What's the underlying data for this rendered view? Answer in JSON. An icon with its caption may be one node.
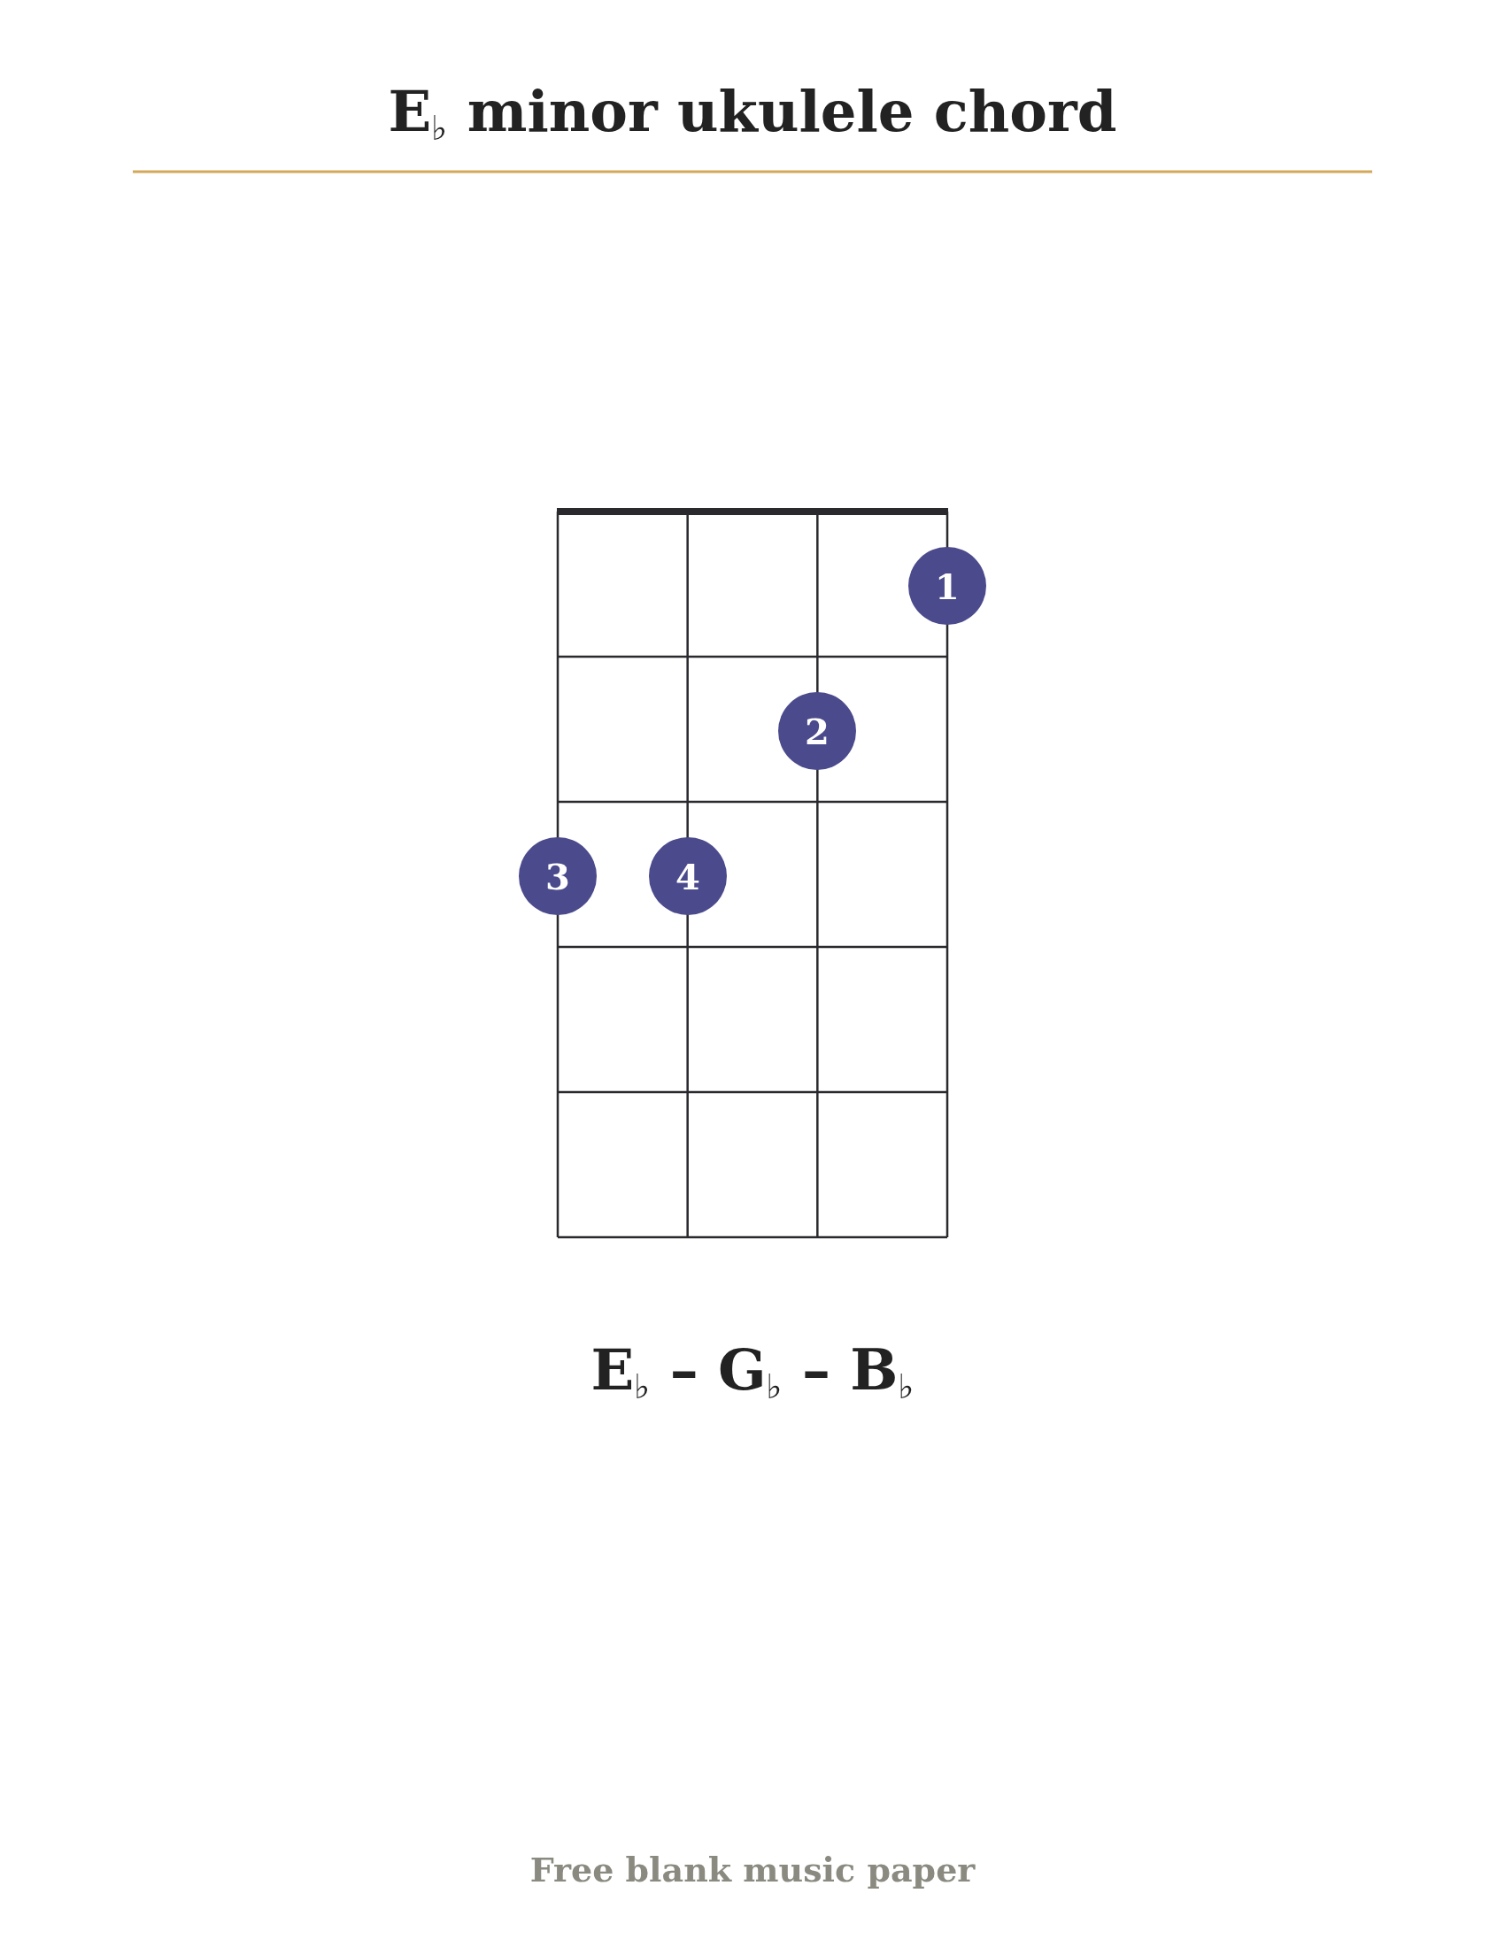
{
  "diagram": {
    "title": "E$_{♭}$ minor ukulele chord",
    "nodes": [
      {
        "text": [
          "1"
        ]
      },
      {
        "text": [
          "2"
        ]
      },
      {
        "text": [
          "3"
        ]
      },
      {
        "text": [
          "4"
        ]
      }
    ],
    "labels": [
      "E$_{♭}$ – G$_{♭}$ – B$_{♭}$",
      "Free blank music paper"
    ]
  }
}
